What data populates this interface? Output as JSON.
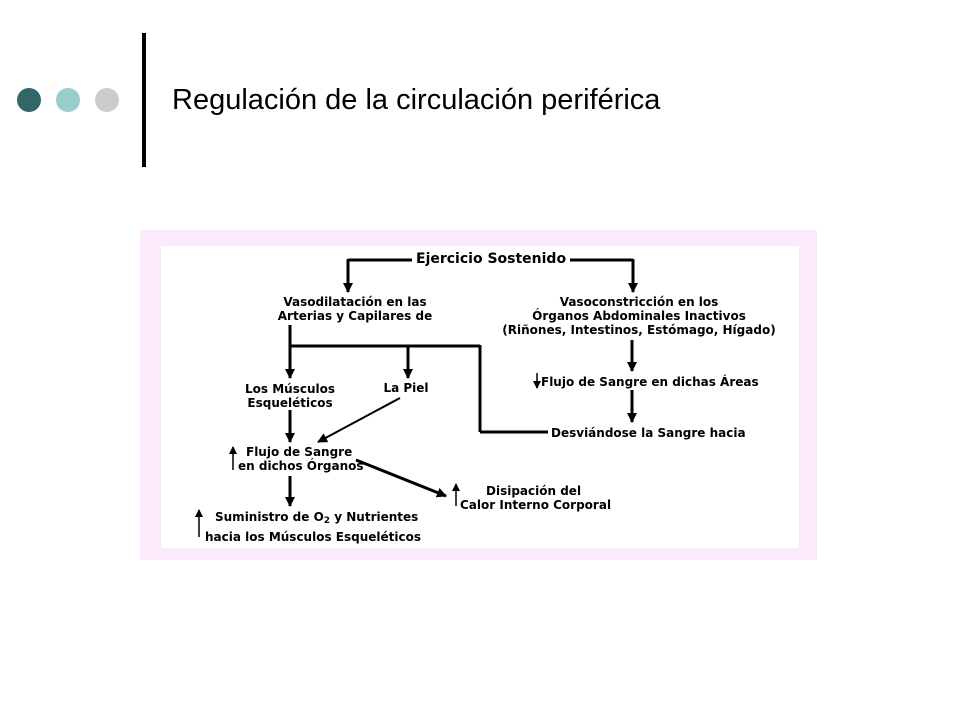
{
  "slide": {
    "title": "Regulación de la circulación periférica",
    "dot_colors": [
      "#336666",
      "#99cccc",
      "#cccccc"
    ]
  },
  "diagram": {
    "top": "Ejercicio Sostenido",
    "vasodilatacion": [
      "Vasodilatación en las",
      "Arterias y Capilares de"
    ],
    "vasoconstriccion": [
      "Vasoconstricción en los",
      "Órganos Abdominales Inactivos",
      "(Riñones, Intestinos, Estómago, Hígado)"
    ],
    "musculos": [
      "Los Músculos",
      "Esqueléticos"
    ],
    "piel": "La Piel",
    "flujo_areas": "Flujo de Sangre en dichas Áreas",
    "desviando": "Desviándose la Sangre hacia",
    "flujo_organos": [
      "Flujo de Sangre",
      "en dichos Órganos"
    ],
    "disipacion": [
      "Disipación del",
      "Calor Interno Corporal"
    ],
    "suministro_prefix": "Suministro de O",
    "suministro_sub": "2",
    "suministro_suffix": " y Nutrientes",
    "suministro_line2": "hacia los Músculos Esqueléticos",
    "frame_color": "#fbeafb"
  }
}
